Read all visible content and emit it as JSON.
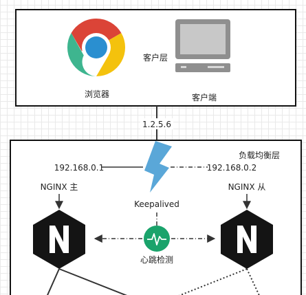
{
  "client_layer": {
    "label": "客户层",
    "browser_label": "浏览器",
    "client_label": "客户端",
    "browser_icon": "chrome-browser-icon",
    "client_icon": "desktop-computer-icon"
  },
  "vip": "1.2.5.6",
  "lb_layer": {
    "label": "负载均衡层",
    "keepalived_label": "Keepalived",
    "master_ip": "192.168.0.1",
    "backup_ip": "192.168.0.2",
    "master_label": "NGINX 主",
    "backup_label": "NGINX 从",
    "heartbeat_label": "心跳检测",
    "nginx_icon": "nginx-logo-icon",
    "keepalived_icon": "lightning-icon",
    "heartbeat_icon": "heartbeat-pulse-icon"
  },
  "colors": {
    "chrome_red": "#db4437",
    "chrome_yellow": "#f4c20d",
    "chrome_green": "#3eb58f",
    "chrome_blue": "#4285f4",
    "lightning": "#5aa7d8",
    "heartbeat_green": "#1aa36b",
    "nginx_black": "#141414",
    "computer_gray": "#8f8f8f",
    "line": "#333333"
  }
}
